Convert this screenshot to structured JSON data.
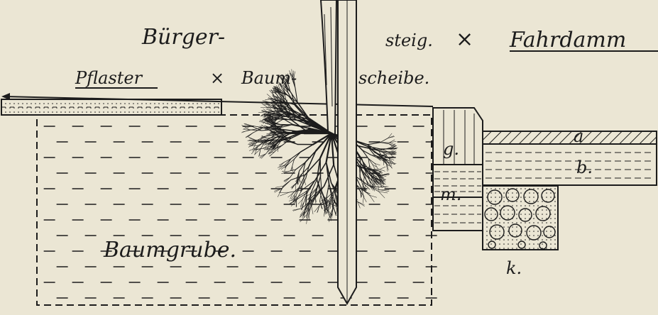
{
  "labels": {
    "buerger": "Bürger-",
    "steig": "steig.",
    "fahrdamm": "Fahrdamm",
    "pflaster": "Pflaster",
    "baum": "Baum-",
    "scheibe": "scheibe.",
    "baumgrube": "Baumgrube.",
    "layer_a": "a",
    "layer_b": "b.",
    "layer_g": "g.",
    "layer_m": "m.",
    "layer_k": "k."
  },
  "colors": {
    "paper": "#ebe6d4",
    "ink": "#1c1c1c"
  }
}
